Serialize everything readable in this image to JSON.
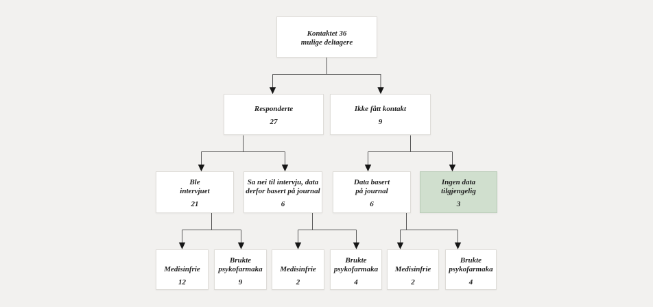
{
  "diagram": {
    "background_color": "#f2f1ef",
    "node_fill": "#ffffff",
    "node_border": "#dedcd8",
    "highlight_fill": "#d0dfce",
    "highlight_border": "#b9cbb7",
    "text_color": "#222222",
    "line_color": "#555555",
    "arrow_color": "#161616",
    "nodes": [
      {
        "id": "contacted",
        "label": "Kontaktet 36\nmulige deltagere",
        "value": "",
        "highlight": false
      },
      {
        "id": "responded",
        "label": "Responderte",
        "value": "27",
        "highlight": false
      },
      {
        "id": "no-contact",
        "label": "Ikke fått kontakt",
        "value": "9",
        "highlight": false
      },
      {
        "id": "interviewed",
        "label": "Ble\nintervjuet",
        "value": "21",
        "highlight": false
      },
      {
        "id": "declined",
        "label": "Sa nei til intervju, data\nderfor basert på journal",
        "value": "6",
        "highlight": false
      },
      {
        "id": "journal-data",
        "label": "Data basert\npå journal",
        "value": "6",
        "highlight": false
      },
      {
        "id": "no-data",
        "label": "Ingen data\ntilgjengelig",
        "value": "3",
        "highlight": true
      },
      {
        "id": "medfree-1",
        "label": "Medisinfrie",
        "value": "12",
        "highlight": false
      },
      {
        "id": "meds-1",
        "label": "Brukte\npsykofarmaka",
        "value": "9",
        "highlight": false
      },
      {
        "id": "medfree-2",
        "label": "Medisinfrie",
        "value": "2",
        "highlight": false
      },
      {
        "id": "meds-2",
        "label": "Brukte\npsykofarmaka",
        "value": "4",
        "highlight": false
      },
      {
        "id": "medfree-3",
        "label": "Medisinfrie",
        "value": "2",
        "highlight": false
      },
      {
        "id": "meds-3",
        "label": "Brukte\npsykofarmaka",
        "value": "4",
        "highlight": false
      }
    ]
  }
}
